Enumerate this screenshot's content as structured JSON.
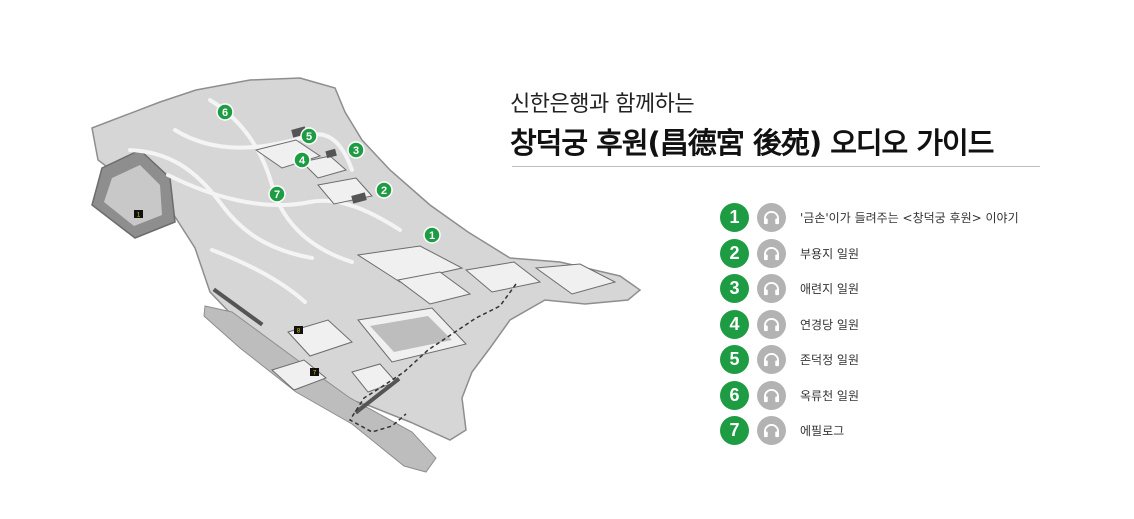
{
  "header": {
    "subtitle": "신한은행과 함께하는",
    "title": "창덕궁 후원(昌德宮 後苑) 오디오 가이드"
  },
  "guides": [
    {
      "number": "1",
      "label": "'금손'이가 들려주는 <창덕궁 후원> 이야기"
    },
    {
      "number": "2",
      "label": "부용지 일원"
    },
    {
      "number": "3",
      "label": "애련지 일원"
    },
    {
      "number": "4",
      "label": "연경당 일원"
    },
    {
      "number": "5",
      "label": "존덕정 일원"
    },
    {
      "number": "6",
      "label": "옥류천 일원"
    },
    {
      "number": "7",
      "label": "에필로그"
    }
  ],
  "map_markers": [
    {
      "number": "1"
    },
    {
      "number": "2"
    },
    {
      "number": "3"
    },
    {
      "number": "4"
    },
    {
      "number": "5"
    },
    {
      "number": "6"
    },
    {
      "number": "7"
    }
  ],
  "map_signs": [
    "1",
    "8",
    "7"
  ],
  "colors": {
    "accent_green": "#1e9c44",
    "headphone_gray": "#b3b3b3",
    "map_fill": "#d6d6d6"
  }
}
